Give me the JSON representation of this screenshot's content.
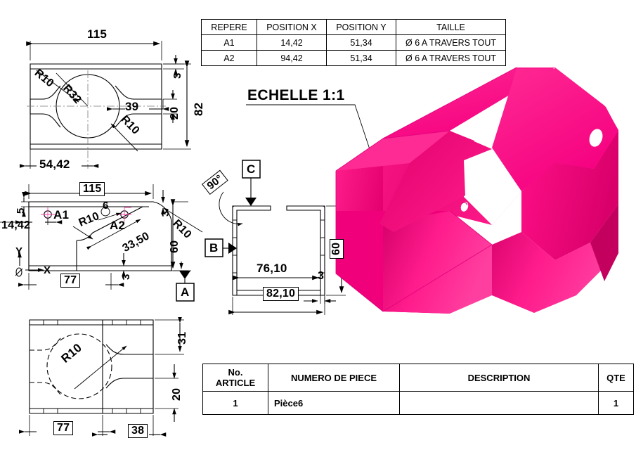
{
  "document": {
    "type": "mechanical-drawing",
    "scale_label": "ECHELLE 1:1",
    "background": "#ffffff",
    "line_color": "#000000"
  },
  "hole_table": {
    "headers": [
      "REPERE",
      "POSITION X",
      "POSITION Y",
      "TAILLE"
    ],
    "rows": [
      {
        "repere": "A1",
        "x": "14,42",
        "y": "51,34",
        "taille": "Ø 6 A TRAVERS TOUT"
      },
      {
        "repere": "A2",
        "x": "94,42",
        "y": "51,34",
        "taille": "Ø 6 A TRAVERS TOUT"
      }
    ]
  },
  "title_block": {
    "headers": [
      "No.\nARTICLE",
      "NUMERO DE PIECE",
      "DESCRIPTION",
      "QTE"
    ],
    "header_article_line1": "No.",
    "header_article_line2": "ARTICLE",
    "header_piece": "NUMERO DE PIECE",
    "header_description": "DESCRIPTION",
    "header_qte": "QTE",
    "rows": [
      {
        "article": "1",
        "piece": "Pièce6",
        "description": "",
        "qte": "1"
      }
    ]
  },
  "views": {
    "top_view": {
      "name": "vue-de-dessus",
      "dimensions": {
        "width_overall": "115",
        "height_overall": "82",
        "flange": "3",
        "slot_height": "20",
        "inner_width": "39",
        "center_x": "54,42",
        "radius_fillet_upper": "R10",
        "radius_main": "R32",
        "radius_fillet_lower": "R10"
      }
    },
    "front_view": {
      "name": "vue-de-face",
      "datum": "A",
      "dimensions": {
        "width_overall": "115",
        "edge_top": "5",
        "hole_x_offset": "14,42",
        "length_flat": "77",
        "flange_top": "3",
        "flange_bottom": "3",
        "chamfer": "33,50",
        "height": "60",
        "radius_fillet": "R10",
        "hole_diameter": "6"
      },
      "markers": {
        "hole_a1": "A1",
        "hole_a2": "A2",
        "axis_x": "X",
        "axis_y": "Y",
        "origin_symbol": "Ø"
      }
    },
    "section_view": {
      "name": "vue-en-coupe",
      "datum_b": "B",
      "datum_c": "C",
      "dimensions": {
        "angle": "90°",
        "inner_width": "76,10",
        "height": "60",
        "thickness": "3",
        "outer_width": "82,10"
      }
    },
    "bottom_view": {
      "name": "vue-de-dessous",
      "dimensions": {
        "height_upper": "31",
        "height_lower": "20",
        "length_left": "77",
        "length_right": "38",
        "radius_fillet": "R10"
      }
    }
  },
  "model_3d": {
    "name": "piece6-isometrique",
    "colors": {
      "bright": "#ff0d86",
      "mid": "#ef0077",
      "dark": "#d9006a",
      "darker": "#c4005f",
      "edge": "#a8004f",
      "highlight": "#ff3fa0"
    }
  }
}
